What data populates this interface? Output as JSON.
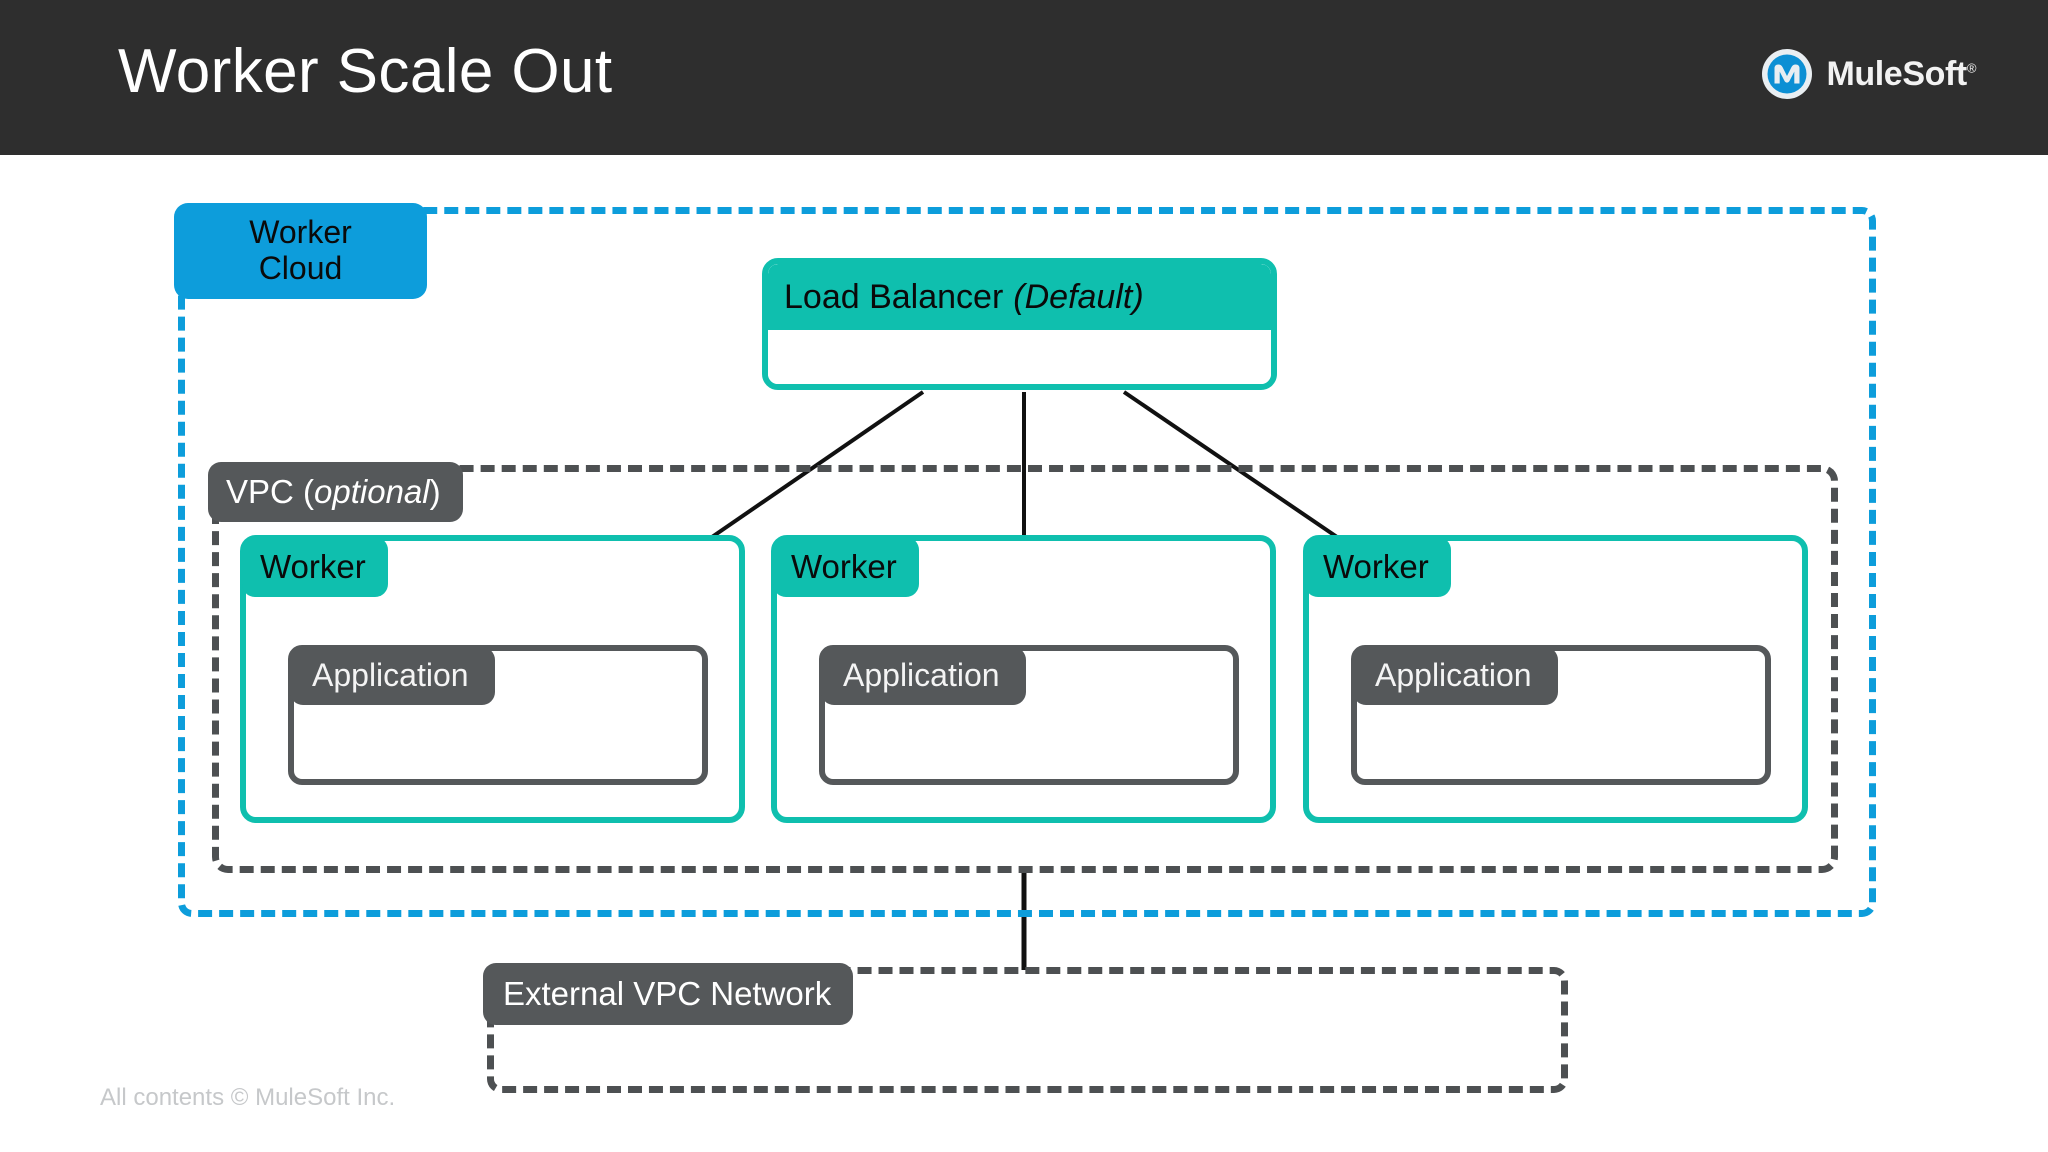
{
  "header": {
    "title": "Worker Scale Out",
    "logo": {
      "icon": "mulesoft-m-icon",
      "text": "MuleSoft",
      "registered_mark": "®"
    },
    "bar_color": "#2e2e2e"
  },
  "diagram": {
    "cloud": {
      "label_line1": "Worker",
      "label_line2": "Cloud",
      "border_color": "#0d9ddb",
      "border_style": "dashed"
    },
    "vpc": {
      "label_prefix": "VPC (",
      "label_italic": "optional",
      "label_suffix": ")",
      "border_color": "#4d5052",
      "border_style": "dashed"
    },
    "load_balancer": {
      "label": "Load Balancer",
      "qualifier": "(Default)",
      "accent_color": "#0fbfae"
    },
    "workers": [
      {
        "label": "Worker",
        "application_label": "Application"
      },
      {
        "label": "Worker",
        "application_label": "Application"
      },
      {
        "label": "Worker",
        "application_label": "Application"
      }
    ],
    "external_vpc": {
      "label": "External VPC Network",
      "border_color": "#4d5052",
      "border_style": "dashed"
    },
    "connector_color": "#111111"
  },
  "footer": {
    "copyright": "All contents © MuleSoft Inc."
  }
}
